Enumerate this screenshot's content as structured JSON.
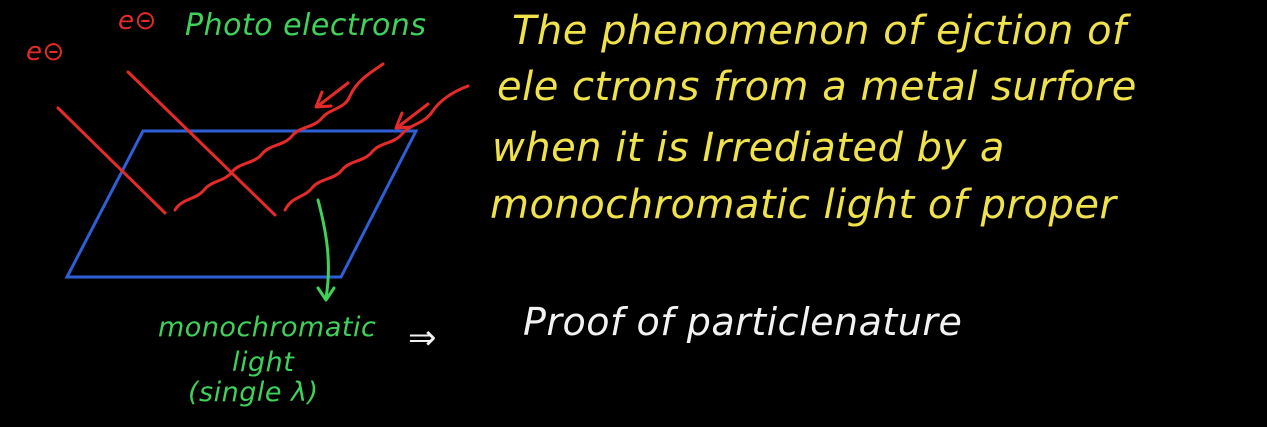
{
  "definition_lines": [
    "The phenomenon of ejction of",
    "ele ctrons from a metal surfore",
    "when it is Irrediated by a",
    "monochromatic light of proper"
  ],
  "labels": {
    "photo_electrons": "Photo electrons",
    "electron_symbol": "e⊝",
    "light_line_1": "monochromatic",
    "light_line_2": "light",
    "light_line_3": "(single λ)",
    "implies": "⇒",
    "proof": "Proof of particlenature"
  },
  "colors": {
    "background": "#000000",
    "definition_text": "#f0e24a",
    "electron_paths": "#e52a2a",
    "metal_surface": "#2f5fd6",
    "light_label": "#3fd15a",
    "proof_text": "#f2f2f2"
  }
}
